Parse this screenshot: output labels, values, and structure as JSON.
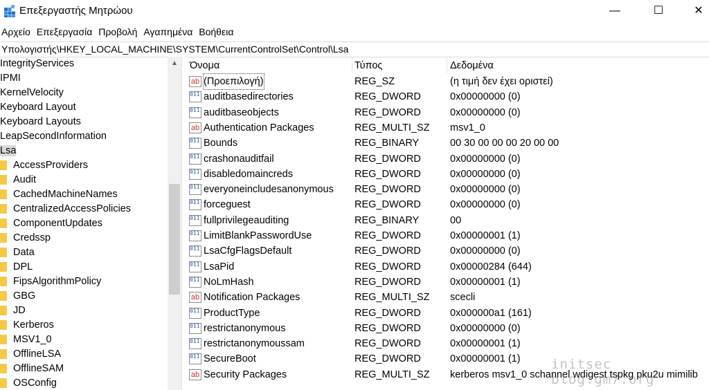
{
  "window": {
    "title": "Επεξεργαστής Μητρώου",
    "minimize": "—",
    "maximize": "☐",
    "close": "✕"
  },
  "menu": [
    "Αρχείο",
    "Επεξεργασία",
    "Προβολή",
    "Αγαπημένα",
    "Βοήθεια"
  ],
  "address": "Υπολογιστής\\HKEY_LOCAL_MACHINE\\SYSTEM\\CurrentControlSet\\Control\\Lsa",
  "tree": {
    "items": [
      {
        "label": "IntegrityServices",
        "child": false
      },
      {
        "label": "IPMI",
        "child": false
      },
      {
        "label": "KernelVelocity",
        "child": false
      },
      {
        "label": "Keyboard Layout",
        "child": false
      },
      {
        "label": "Keyboard Layouts",
        "child": false
      },
      {
        "label": "LeapSecondInformation",
        "child": false
      },
      {
        "label": "Lsa",
        "child": false,
        "selected": true
      },
      {
        "label": "AccessProviders",
        "child": true
      },
      {
        "label": "Audit",
        "child": true
      },
      {
        "label": "CachedMachineNames",
        "child": true
      },
      {
        "label": "CentralizedAccessPolicies",
        "child": true
      },
      {
        "label": "ComponentUpdates",
        "child": true
      },
      {
        "label": "Credssp",
        "child": true
      },
      {
        "label": "Data",
        "child": true
      },
      {
        "label": "DPL",
        "child": true
      },
      {
        "label": "FipsAlgorithmPolicy",
        "child": true
      },
      {
        "label": "GBG",
        "child": true
      },
      {
        "label": "JD",
        "child": true
      },
      {
        "label": "Kerberos",
        "child": true
      },
      {
        "label": "MSV1_0",
        "child": true
      },
      {
        "label": "OfflineLSA",
        "child": true
      },
      {
        "label": "OfflineSAM",
        "child": true
      },
      {
        "label": "OSConfig",
        "child": true
      }
    ],
    "scroll_up": "▲",
    "folder_color": "#f6c945"
  },
  "columns": {
    "name": "Όνομα",
    "type": "Τύπος",
    "data": "Δεδομένα"
  },
  "values": [
    {
      "icon": "string-value-icon",
      "name": "(Προεπιλογή)",
      "type": "REG_SZ",
      "data": "(η τιμή δεν έχει οριστεί)"
    },
    {
      "icon": "binary-value-icon",
      "name": "auditbasedirectories",
      "type": "REG_DWORD",
      "data": "0x00000000 (0)"
    },
    {
      "icon": "binary-value-icon",
      "name": "auditbaseobjects",
      "type": "REG_DWORD",
      "data": "0x00000000 (0)"
    },
    {
      "icon": "string-value-icon",
      "name": "Authentication Packages",
      "type": "REG_MULTI_SZ",
      "data": "msv1_0"
    },
    {
      "icon": "binary-value-icon",
      "name": "Bounds",
      "type": "REG_BINARY",
      "data": "00 30 00 00 00 20 00 00"
    },
    {
      "icon": "binary-value-icon",
      "name": "crashonauditfail",
      "type": "REG_DWORD",
      "data": "0x00000000 (0)"
    },
    {
      "icon": "binary-value-icon",
      "name": "disabledomaincreds",
      "type": "REG_DWORD",
      "data": "0x00000000 (0)"
    },
    {
      "icon": "binary-value-icon",
      "name": "everyoneincludesanonymous",
      "type": "REG_DWORD",
      "data": "0x00000000 (0)"
    },
    {
      "icon": "binary-value-icon",
      "name": "forceguest",
      "type": "REG_DWORD",
      "data": "0x00000000 (0)"
    },
    {
      "icon": "binary-value-icon",
      "name": "fullprivilegeauditing",
      "type": "REG_BINARY",
      "data": "00"
    },
    {
      "icon": "binary-value-icon",
      "name": "LimitBlankPasswordUse",
      "type": "REG_DWORD",
      "data": "0x00000001 (1)"
    },
    {
      "icon": "binary-value-icon",
      "name": "LsaCfgFlagsDefault",
      "type": "REG_DWORD",
      "data": "0x00000000 (0)"
    },
    {
      "icon": "binary-value-icon",
      "name": "LsaPid",
      "type": "REG_DWORD",
      "data": "0x00000284 (644)"
    },
    {
      "icon": "binary-value-icon",
      "name": "NoLmHash",
      "type": "REG_DWORD",
      "data": "0x00000001 (1)"
    },
    {
      "icon": "string-value-icon",
      "name": "Notification Packages",
      "type": "REG_MULTI_SZ",
      "data": "scecli"
    },
    {
      "icon": "binary-value-icon",
      "name": "ProductType",
      "type": "REG_DWORD",
      "data": "0x000000a1 (161)"
    },
    {
      "icon": "binary-value-icon",
      "name": "restrictanonymous",
      "type": "REG_DWORD",
      "data": "0x00000000 (0)"
    },
    {
      "icon": "binary-value-icon",
      "name": "restrictanonymoussam",
      "type": "REG_DWORD",
      "data": "0x00000001 (1)"
    },
    {
      "icon": "binary-value-icon",
      "name": "SecureBoot",
      "type": "REG_DWORD",
      "data": "0x00000001 (1)"
    },
    {
      "icon": "string-value-icon",
      "name": "Security Packages",
      "type": "REG_MULTI_SZ",
      "data": "kerberos msv1_0 schannel wdigest tspkg pku2u mimilib"
    }
  ],
  "icon_glyphs": {
    "string": "ab",
    "binary": "011 110"
  },
  "watermark": "initsec blog.gm7.org"
}
